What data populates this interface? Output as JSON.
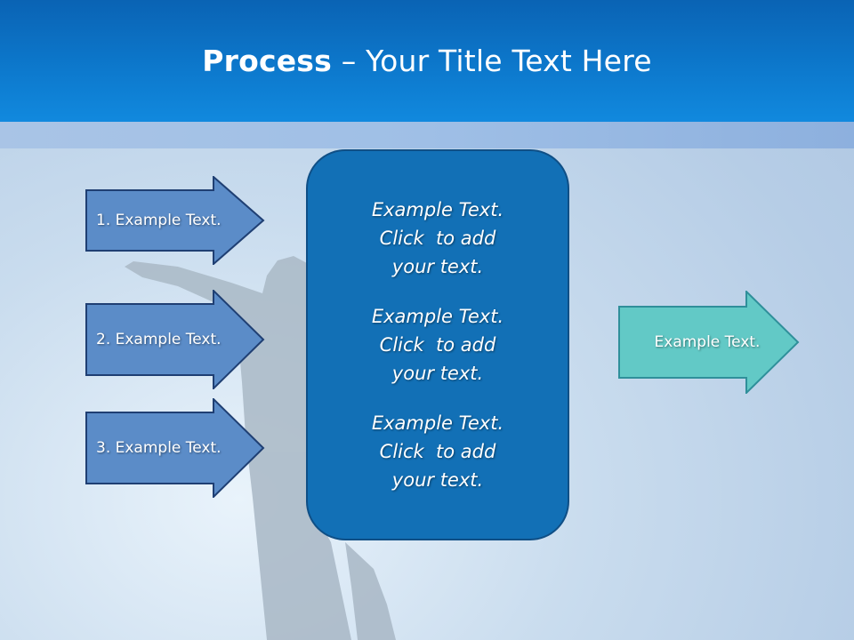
{
  "title": {
    "bold": "Process",
    "dash": " – ",
    "rest": "Your Title Text Here"
  },
  "left_arrows": [
    {
      "label": "1. Example Text."
    },
    {
      "label": "2. Example Text."
    },
    {
      "label": "3. Example Text."
    }
  ],
  "center_box": {
    "items": [
      {
        "line1": "Example Text.",
        "line2": "Click  to add",
        "line3": "your text."
      },
      {
        "line1": "Example Text.",
        "line2": "Click  to add",
        "line3": "your text."
      },
      {
        "line1": "Example Text.",
        "line2": "Click  to add",
        "line3": "your text."
      }
    ]
  },
  "right_arrow": {
    "label": "Example Text."
  },
  "colors": {
    "header": "#0d7ace",
    "left_arrow_fill": "#5b8cc8",
    "left_arrow_stroke": "#1f3f73",
    "center_box_fill": "#1270b6",
    "right_arrow_fill": "#62c9c6",
    "right_arrow_stroke": "#2f8f9a"
  }
}
